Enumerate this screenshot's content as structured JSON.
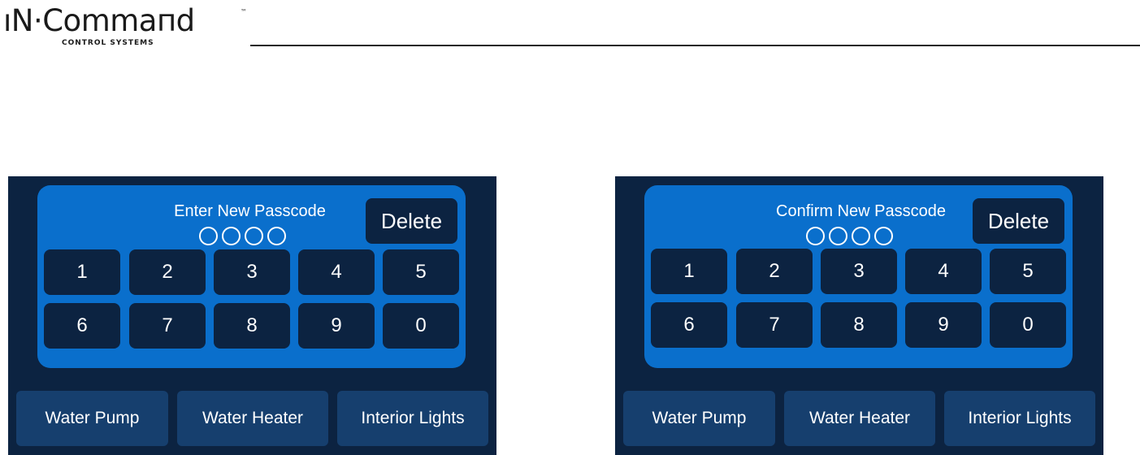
{
  "logo": {
    "text": "ıN·Commaпd",
    "tm": "™",
    "subtitle": "CONTROL SYSTEMS"
  },
  "panels": [
    {
      "prompt": "Enter New Passcode",
      "delete_label": "Delete",
      "keys": [
        "1",
        "2",
        "3",
        "4",
        "5",
        "6",
        "7",
        "8",
        "9",
        "0"
      ],
      "bottom_buttons": [
        "Water Pump",
        "Water Heater",
        "Interior Lights"
      ]
    },
    {
      "prompt": "Confirm New Passcode",
      "delete_label": "Delete",
      "keys": [
        "1",
        "2",
        "3",
        "4",
        "5",
        "6",
        "7",
        "8",
        "9",
        "0"
      ],
      "bottom_buttons": [
        "Water Pump",
        "Water Heater",
        "Interior Lights"
      ]
    }
  ],
  "colors": {
    "panel_background": "#0c2341",
    "keypad_background": "#0a6fcc",
    "bottom_button": "#163f6e",
    "text": "#ffffff"
  }
}
